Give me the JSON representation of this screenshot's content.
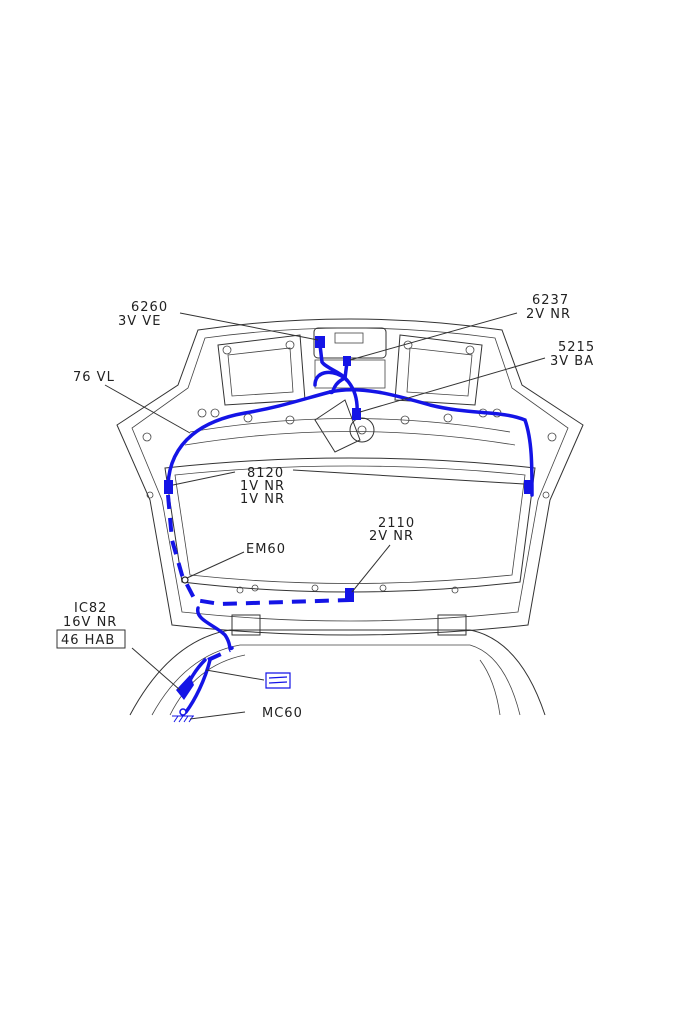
{
  "labels": {
    "c6260": {
      "code": "6260",
      "spec": "3V VE"
    },
    "c6237": {
      "code": "6237",
      "spec": "2V NR"
    },
    "c5215": {
      "code": "5215",
      "spec": "3V BA"
    },
    "h76": {
      "code": "76 VL"
    },
    "c8120": {
      "code": "8120",
      "spec1": "1V NR",
      "spec2": "1V NR"
    },
    "c2110": {
      "code": "2110",
      "spec": "2V NR"
    },
    "em60": {
      "code": "EM60"
    },
    "ic82": {
      "code": "IC82",
      "spec": "16V NR",
      "boxed": "46 HAB"
    },
    "mc60": {
      "code": "MC60"
    }
  },
  "colors": {
    "harness": "#1414e6",
    "line": "#333333"
  }
}
